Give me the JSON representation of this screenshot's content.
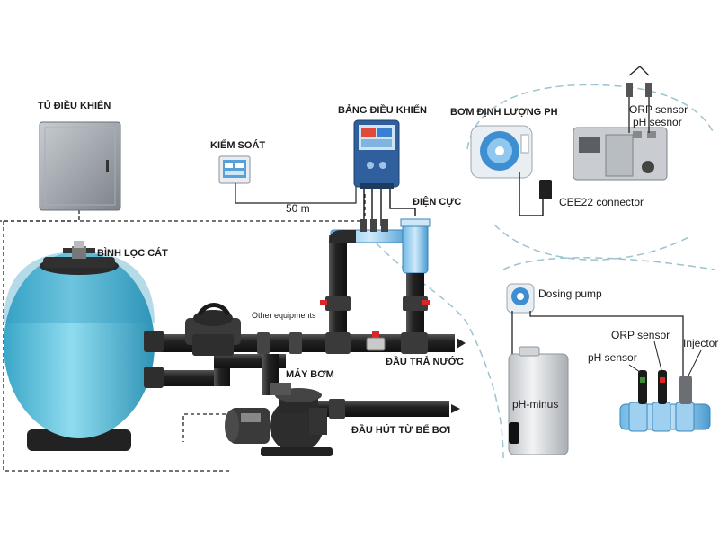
{
  "labels": {
    "control_cabinet": "TỦ ĐIỀU KHIỂN",
    "control_panel": "BẢNG ĐIỀU KHIỂN",
    "dosing_ph_title": "BƠM ĐỊNH LƯỢNG PH",
    "monitor": "KIỂM SOÁT",
    "distance": "50 m",
    "electrode": "ĐIỆN CỰC",
    "sand_filter": "BÌNH LỌC CÁT",
    "other_equipments": "Other equipments",
    "return_outlet": "ĐẦU TRẢ NƯỚC",
    "pump": "MÁY BƠM",
    "suction_inlet": "ĐẦU HÚT TỪ BỂ BƠI",
    "orp_sensor_top": "ORP sensor",
    "ph_sensor_top": "pH sesnor",
    "cee22_connector": "CEE22 connector",
    "dosing_pump": "Dosing pump",
    "orp_sensor": "ORP sensor",
    "injector": "Injector",
    "ph_sensor": "pH sensor",
    "ph_minus": "pH-minus"
  },
  "colors": {
    "tank": "#5cc4df",
    "pipe": "#2b2b2b",
    "cabinet": "#9aa0a6",
    "panel": "#2f5f9c",
    "dashed": "#9cc3cf"
  }
}
